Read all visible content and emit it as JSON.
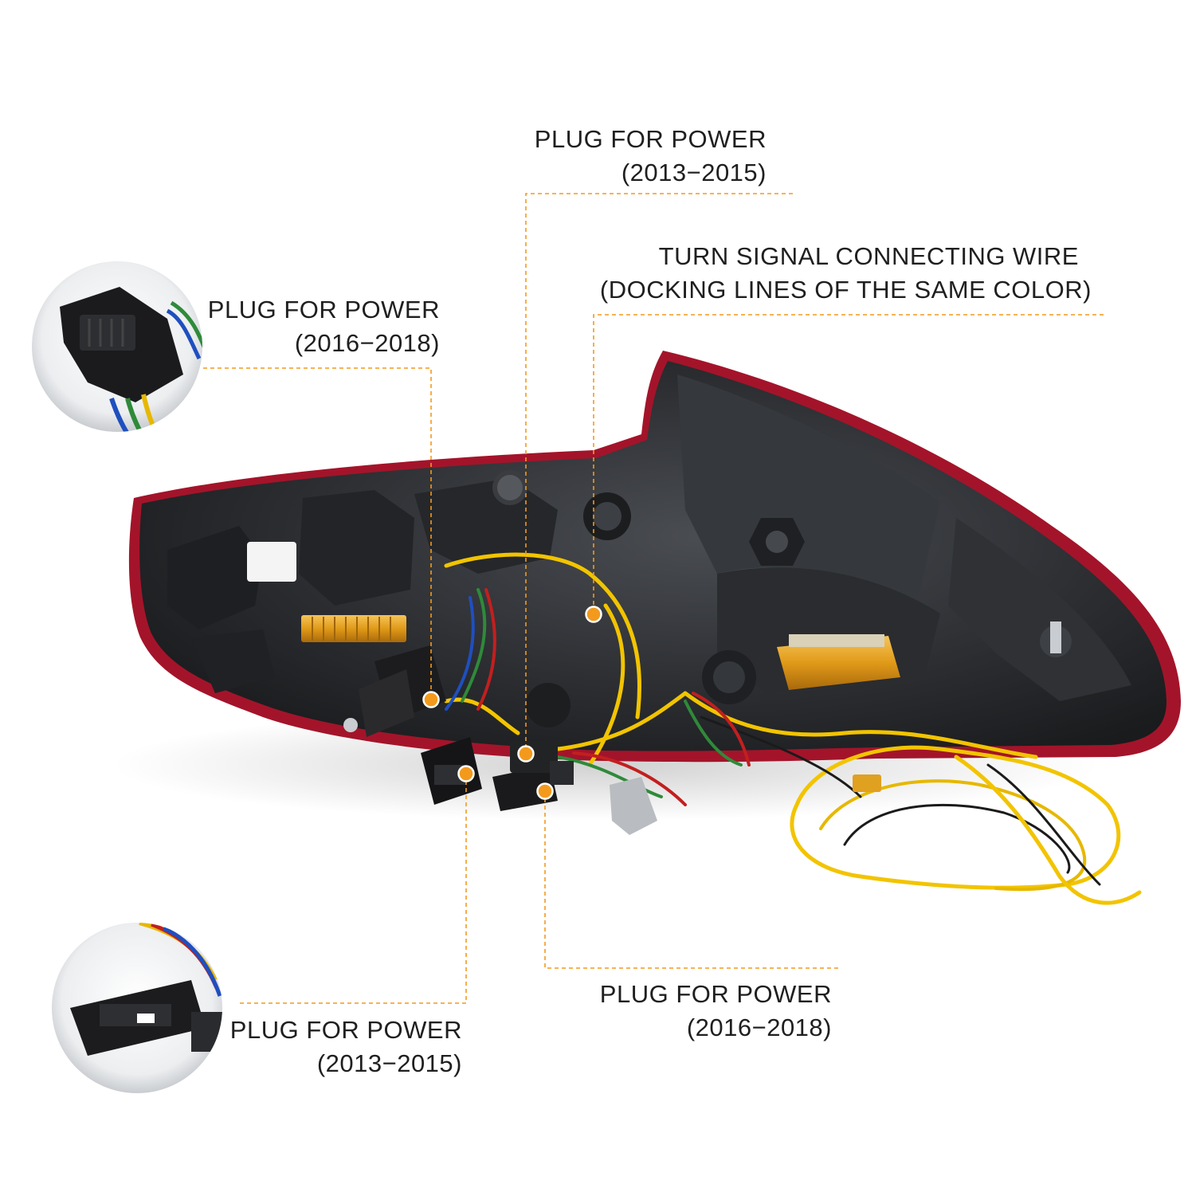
{
  "colors": {
    "callout": "#f39a1d",
    "text": "#1f1f1f",
    "lamp_red": "#b3122a",
    "housing": "#2b2d30",
    "wire_yellow": "#f2c400",
    "resistor_gold": "#e0a020"
  },
  "callouts": [
    {
      "id": "plug-2013-2015-top",
      "title": "PLUG FOR POWER",
      "detail": "(2013−2015)"
    },
    {
      "id": "turn-signal-wire",
      "title": "TURN SIGNAL CONNECTING WIRE",
      "detail": "(DOCKING LINES OF THE SAME COLOR)"
    },
    {
      "id": "plug-2016-2018-left",
      "title": "PLUG FOR POWER",
      "detail": "(2016−2018)"
    },
    {
      "id": "plug-2016-2018-bottom",
      "title": "PLUG FOR POWER",
      "detail": "(2016−2018)"
    },
    {
      "id": "plug-2013-2015-bottom",
      "title": "PLUG FOR POWER",
      "detail": "(2013−2015)"
    }
  ]
}
